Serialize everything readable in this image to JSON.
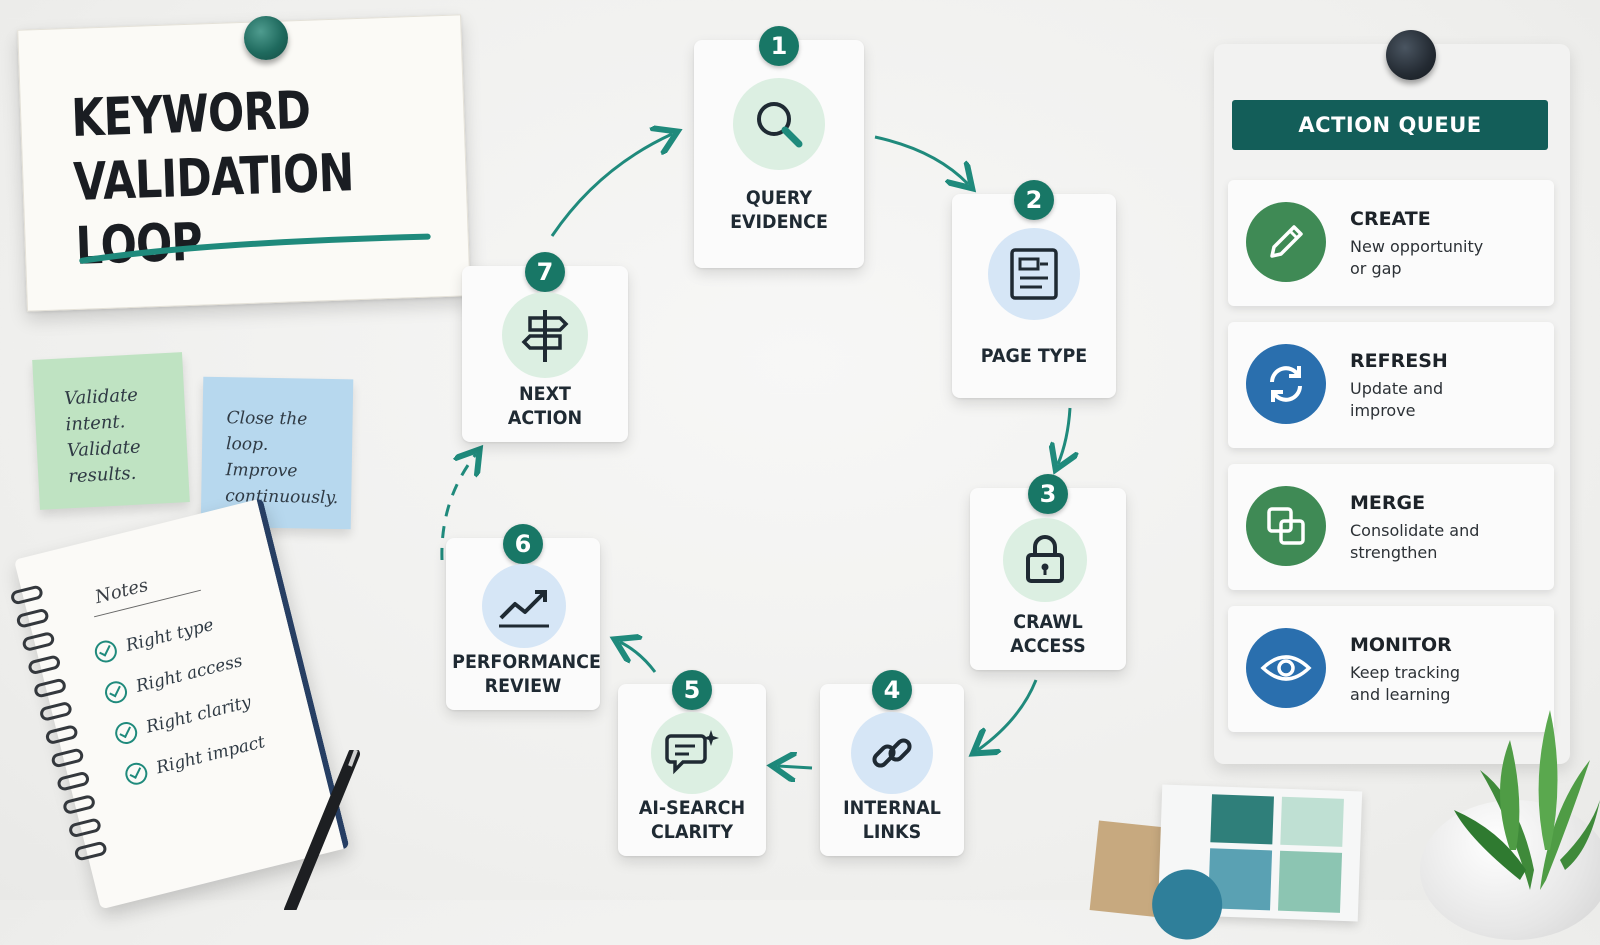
{
  "title": {
    "line1": "KEYWORD",
    "line2": "VALIDATION LOOP"
  },
  "sticky_notes": [
    {
      "text_lines": [
        "Validate",
        "intent.",
        "Validate",
        "results."
      ]
    },
    {
      "text_lines": [
        "Close the",
        "loop. Improve",
        "continuously."
      ]
    }
  ],
  "notebook": {
    "title": "Notes",
    "items": [
      "Right type",
      "Right access",
      "Right clarity",
      "Right impact"
    ]
  },
  "steps": [
    {
      "number": "1",
      "label_lines": [
        "QUERY",
        "EVIDENCE"
      ],
      "icon": "magnifier-icon"
    },
    {
      "number": "2",
      "label_lines": [
        "PAGE TYPE"
      ],
      "icon": "document-layout-icon"
    },
    {
      "number": "3",
      "label_lines": [
        "CRAWL",
        "ACCESS"
      ],
      "icon": "lock-icon"
    },
    {
      "number": "4",
      "label_lines": [
        "INTERNAL",
        "LINKS"
      ],
      "icon": "link-icon"
    },
    {
      "number": "5",
      "label_lines": [
        "AI-SEARCH",
        "CLARITY"
      ],
      "icon": "chat-sparkle-icon"
    },
    {
      "number": "6",
      "label_lines": [
        "PERFORMANCE",
        "REVIEW"
      ],
      "icon": "trend-up-icon"
    },
    {
      "number": "7",
      "label_lines": [
        "NEXT",
        "ACTION"
      ],
      "icon": "signpost-icon"
    }
  ],
  "action_queue": {
    "header": "ACTION QUEUE",
    "items": [
      {
        "title": "CREATE",
        "desc_lines": [
          "New opportunity",
          "or gap"
        ],
        "icon": "pencil-icon",
        "color": "#3f8a55"
      },
      {
        "title": "REFRESH",
        "desc_lines": [
          "Update and",
          "improve"
        ],
        "icon": "refresh-icon",
        "color": "#2a6fae"
      },
      {
        "title": "MERGE",
        "desc_lines": [
          "Consolidate and",
          "strengthen"
        ],
        "icon": "merge-squares-icon",
        "color": "#3f8a55"
      },
      {
        "title": "MONITOR",
        "desc_lines": [
          "Keep tracking",
          "and learning"
        ],
        "icon": "eye-icon",
        "color": "#2a6fae"
      }
    ]
  },
  "colors": {
    "teal": "#187766",
    "queue_header": "#135e59",
    "icon_green_bg": "#dcefe2",
    "icon_blue_bg": "#d6e6f6"
  }
}
